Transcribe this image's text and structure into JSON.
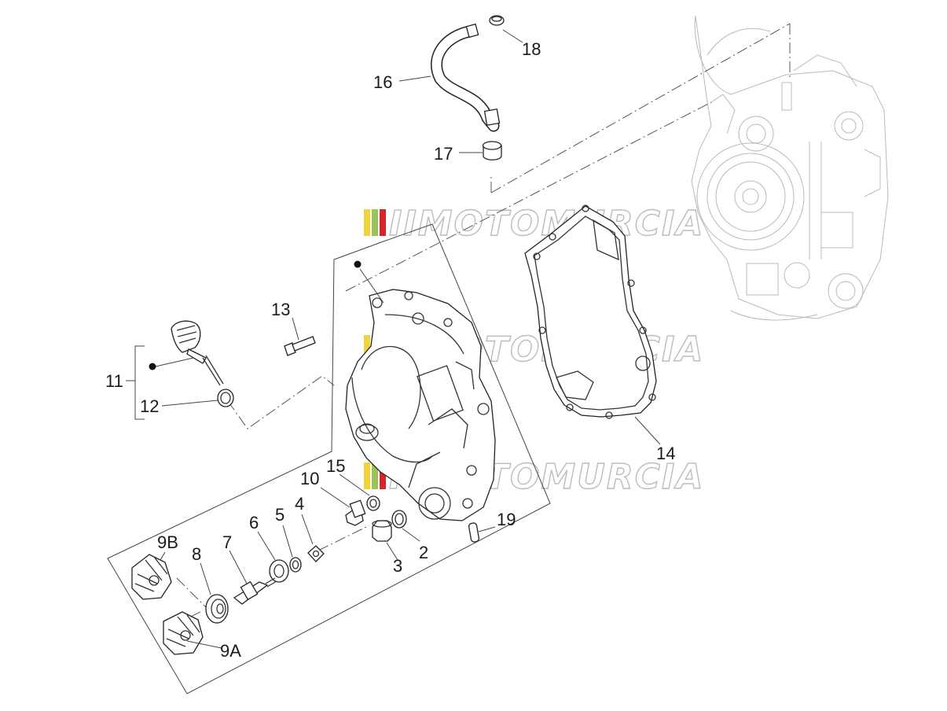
{
  "watermark": "IIMOTOMURCIA",
  "colors": {
    "watermark_red": "#d8232a",
    "watermark_green": "#9bc35a",
    "watermark_yellow": "#f2d43a",
    "line": "#222222",
    "engine_background": "#b9b9b9"
  },
  "labels": {
    "p2": "2",
    "p3": "3",
    "p4": "4",
    "p5": "5",
    "p6": "6",
    "p7": "7",
    "p8": "8",
    "p9a": "9A",
    "p9b": "9B",
    "p10": "10",
    "p11": "11",
    "p12": "12",
    "p13": "13",
    "p14": "14",
    "p15": "15",
    "p16": "16",
    "p17": "17",
    "p18": "18",
    "p19": "19"
  }
}
